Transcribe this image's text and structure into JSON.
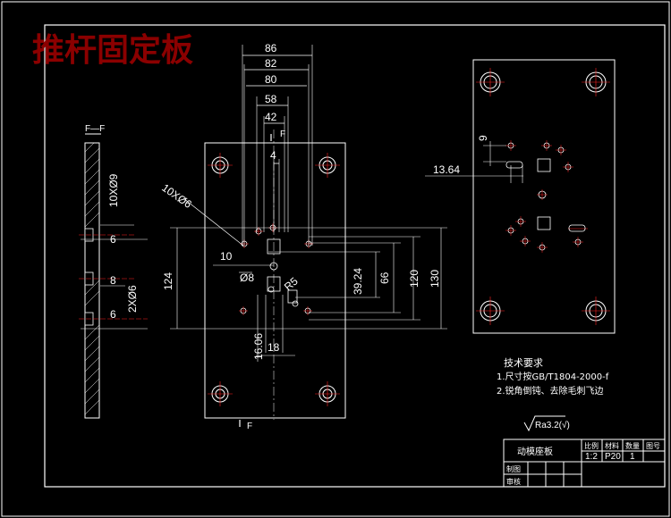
{
  "overlay_title": "推杆固定板",
  "section_label": "F—F",
  "section_marks": [
    "F",
    "F"
  ],
  "front_view": {
    "top_dims": [
      "86",
      "82",
      "80",
      "58",
      "42",
      "4"
    ],
    "side_dims": [
      "124",
      "10",
      "Ø8",
      "R5",
      "16.06",
      "18",
      "39.24",
      "66",
      "120",
      "130"
    ],
    "hole_note": "10XØ6"
  },
  "section_view": {
    "dims": [
      "10XØ9",
      "6",
      "8",
      "2XØ6",
      "6"
    ]
  },
  "right_view": {
    "dims": [
      "9",
      "13.64"
    ]
  },
  "tech_requirements": {
    "title": "技术要求",
    "lines": [
      "1.尺寸按GB/T1804-2000-f",
      "2.锐角倒钝、去除毛刺飞边"
    ]
  },
  "roughness": "Ra3.2(√)",
  "title_block": {
    "part_name": "动模座板",
    "headers": [
      "比例",
      "材料",
      "数量",
      "图号"
    ],
    "values": [
      "1:2",
      "P20",
      "1",
      ""
    ],
    "rows": [
      "制图",
      "审核"
    ]
  },
  "colors": {
    "background": "#000000",
    "lines": "#ffffff",
    "centerlines": "#ff2020",
    "overlay_title": "#8b0000"
  }
}
